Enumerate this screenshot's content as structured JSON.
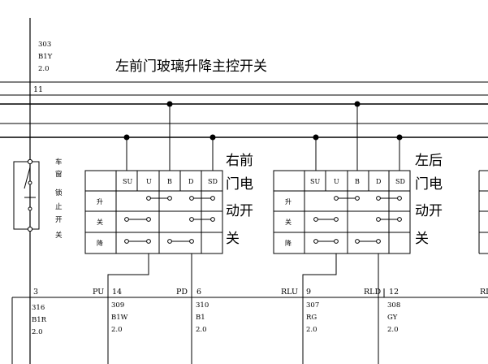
{
  "title": "左前门玻璃升降主控开关",
  "top_wire": {
    "lines": [
      "303",
      "B1Y",
      "2.0"
    ]
  },
  "connector_id": "11",
  "lock_switch_label": [
    "车",
    "窗",
    "锁",
    "止",
    "开",
    "关"
  ],
  "switch_headers": [
    "SU",
    "U",
    "B",
    "D",
    "SD"
  ],
  "switch_rows": [
    "升",
    "关",
    "降"
  ],
  "switches": [
    {
      "label": [
        "右前",
        "门电",
        "动开",
        "关"
      ]
    },
    {
      "label": [
        "左后",
        "门电",
        "动开",
        "关"
      ]
    }
  ],
  "pins": [
    {
      "num": "3",
      "signal": "PU"
    },
    {
      "num": "14",
      "signal": "PD"
    },
    {
      "num": "6",
      "signal": "RLU"
    },
    {
      "num": "9",
      "signal": "RLD"
    },
    {
      "num": "12",
      "signal": "RI"
    }
  ],
  "wires": [
    {
      "lines": [
        "316",
        "B1R",
        "2.0"
      ]
    },
    {
      "lines": [
        "309",
        "B1W",
        "2.0"
      ]
    },
    {
      "lines": [
        "310",
        "B1",
        "2.0"
      ]
    },
    {
      "lines": [
        "307",
        "RG",
        "2.0"
      ]
    },
    {
      "lines": [
        "308",
        "GY",
        "2.0"
      ]
    }
  ]
}
